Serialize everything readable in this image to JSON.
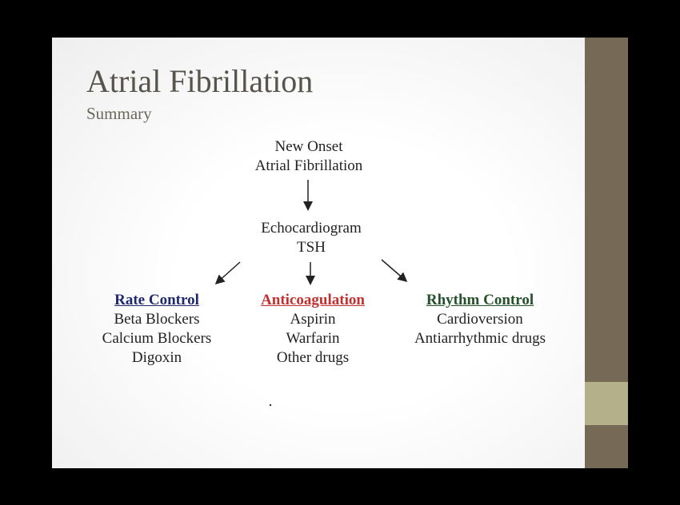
{
  "title": "Atrial Fibrillation",
  "subtitle": "Summary",
  "flow": {
    "start": [
      "New Onset",
      "Atrial Fibrillation"
    ],
    "workup": [
      "Echocardiogram",
      "TSH"
    ],
    "branches": [
      {
        "heading": "Rate Control",
        "color": "#1f2a6e",
        "items": [
          "Beta Blockers",
          "Calcium Blockers",
          "Digoxin"
        ]
      },
      {
        "heading": "Anticoagulation",
        "color": "#c0312f",
        "items": [
          "Aspirin",
          "Warfarin",
          "Other drugs"
        ]
      },
      {
        "heading": "Rhythm Control",
        "color": "#24502a",
        "items": [
          "Cardioversion",
          "Antiarrhythmic drugs"
        ]
      }
    ]
  },
  "colors": {
    "sidebar": "#766a56",
    "sidebar_accent": "#b4b08a"
  }
}
